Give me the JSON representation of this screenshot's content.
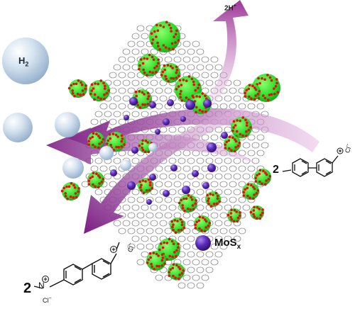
{
  "labels": {
    "hydrogen": "H",
    "hydrogen_subscript": "2",
    "protons": "2H",
    "protons_superscript": "+",
    "catalyst": "MoS",
    "catalyst_subscript": "x",
    "viologen_left": {
      "coefficient": "2",
      "n_plus": "N",
      "counter_ion_1": "Cl",
      "counter_ion_2": "Cl"
    },
    "viologen_right": {
      "coefficient": "2",
      "counter_ion": "Cl"
    }
  },
  "colors": {
    "polyoxometalate": "#22dd22",
    "oxygen_atoms": "#e01010",
    "framework": "#777777",
    "mos_spheres": "#5b2bb8",
    "h2_bubbles": "#b8cde0",
    "arrows": "#a0409a"
  }
}
